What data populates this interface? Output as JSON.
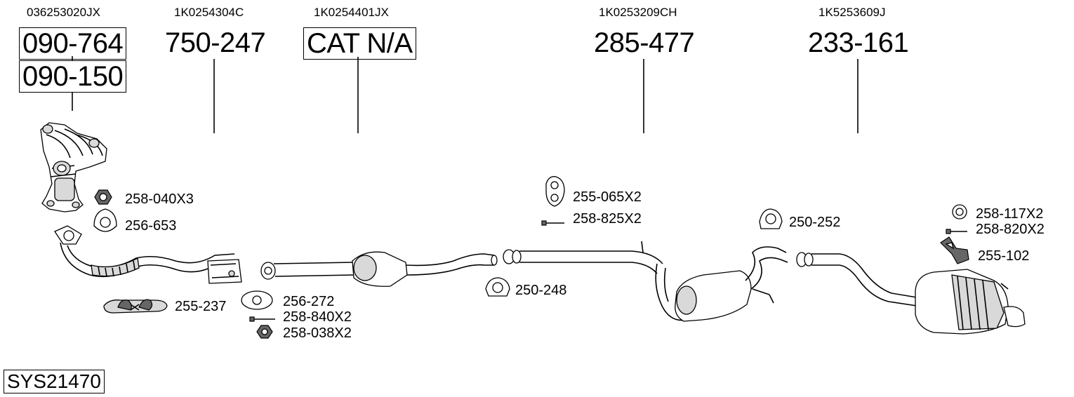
{
  "oem_codes": [
    "036253020JX",
    "1K0254304C",
    "1K0254401JX",
    "1K0253209CH",
    "1K5253609J"
  ],
  "parts": {
    "manifold_primary": "090-764",
    "manifold_secondary": "090-150",
    "front_pipe": "750-247",
    "catalyst": "CAT N/A",
    "middle_silencer": "285-477",
    "rear_silencer": "233-161"
  },
  "accessories": [
    "258-040X3",
    "256-653",
    "255-237",
    "256-272",
    "258-840X2",
    "258-038X2",
    "250-248",
    "255-065X2",
    "258-825X2",
    "250-252",
    "258-117X2",
    "258-820X2",
    "255-102"
  ],
  "system_id": "SYS21470",
  "icons": [
    "nut-icon",
    "gasket-icon",
    "rubber-mount-icon",
    "bolt-icon",
    "clamp-icon",
    "ring-gasket-icon",
    "bracket-icon"
  ]
}
